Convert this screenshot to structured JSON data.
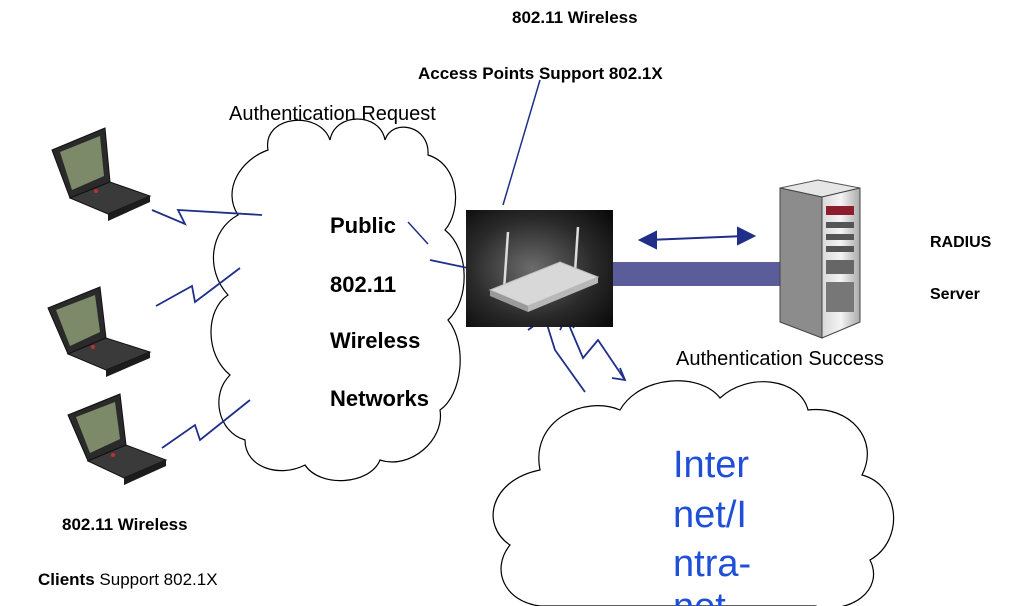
{
  "access_point": {
    "title": "802.11 Wireless",
    "subtitle_bold": "Access Points",
    "subtitle_rest": "Support 802.1X"
  },
  "auth_request": "Authentication Request",
  "public_cloud": {
    "lines": [
      "Public",
      "802.11",
      "Wireless",
      "Networks"
    ]
  },
  "radius": {
    "line1": "RADIUS",
    "line2": "Server"
  },
  "auth_success": "Authentication Success",
  "internet_cloud": {
    "lines": [
      "Inter",
      "net/I",
      "ntra-",
      "net"
    ]
  },
  "clients": {
    "title": "802.11 Wireless",
    "subtitle_bold": "Clients",
    "subtitle_rest": "Support 802.1X"
  },
  "colors": {
    "link": "#1f2f8a",
    "cable": "#5b5d9a",
    "internet_text": "#1f4fd8"
  }
}
